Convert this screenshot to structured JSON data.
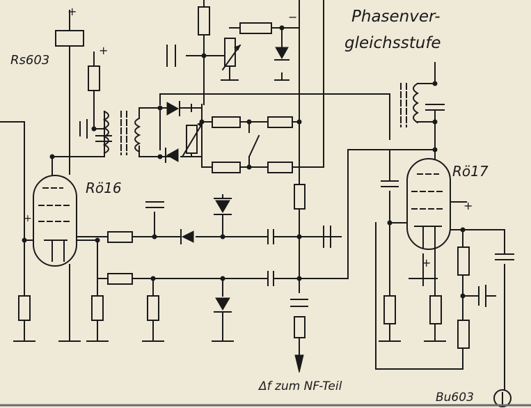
{
  "labels": {
    "title_line1": "Phasenver-",
    "title_line2": "gleichsstufe",
    "relay": "Rs603",
    "tube_left": "Rö16",
    "tube_right": "Rö17",
    "output": "Δf zum NF-Teil",
    "socket": "Bu603",
    "plus": "+",
    "minus": "−"
  }
}
